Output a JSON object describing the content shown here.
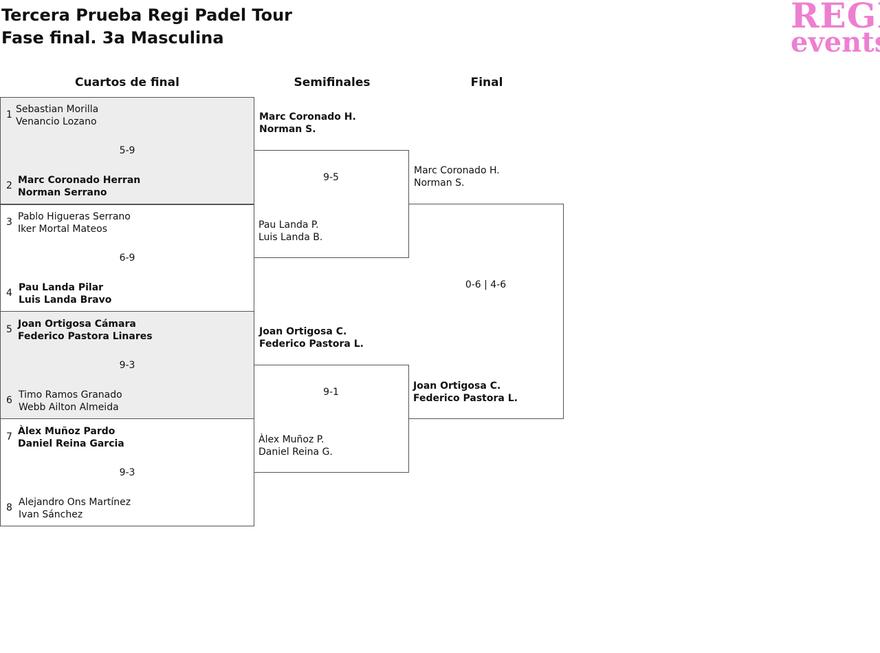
{
  "header": {
    "title_line1": "Tercera Prueba Regi Padel Tour",
    "title_line2": "Fase final. 3a Masculina"
  },
  "logo": {
    "line1": "REGI",
    "line2": "events",
    "color": "#ee7fd0"
  },
  "columns": {
    "quarterfinals": "Cuartos de final",
    "semifinals": "Semifinales",
    "final": "Final"
  },
  "quarterfinals": [
    {
      "top": {
        "seed": "1",
        "p1": "Sebastian Morilla",
        "p2": "Venancio Lozano"
      },
      "score": "5-9",
      "bottom": {
        "seed": "2",
        "p1": "Marc Coronado Herran",
        "p2": "Norman Serrano"
      }
    },
    {
      "top": {
        "seed": "3",
        "p1": "Pablo Higueras Serrano",
        "p2": "Iker Mortal Mateos"
      },
      "score": "6-9",
      "bottom": {
        "seed": "4",
        "p1": "Pau Landa Pilar",
        "p2": "Luis Landa Bravo"
      }
    },
    {
      "top": {
        "seed": "5",
        "p1": "Joan Ortigosa Cámara",
        "p2": "Federico Pastora Linares"
      },
      "score": "9-3",
      "bottom": {
        "seed": "6",
        "p1": "Timo Ramos Granado",
        "p2": "Webb Ailton Almeida"
      }
    },
    {
      "top": {
        "seed": "7",
        "p1": "Àlex Muñoz Pardo",
        "p2": "Daniel Reina Garcia"
      },
      "score": "9-3",
      "bottom": {
        "seed": "8",
        "p1": "Alejandro Ons Martínez",
        "p2": "Ivan Sánchez"
      }
    }
  ],
  "semifinals": [
    {
      "top": {
        "p1": "Marc Coronado H.",
        "p2": "Norman S."
      },
      "score": "9-5",
      "bottom": {
        "p1": "Pau Landa P.",
        "p2": "Luis Landa B."
      }
    },
    {
      "top": {
        "p1": "Joan Ortigosa C.",
        "p2": "Federico Pastora L."
      },
      "score": "9-1",
      "bottom": {
        "p1": "Àlex Muñoz P.",
        "p2": "Daniel Reina G."
      }
    }
  ],
  "final": {
    "top": {
      "p1": "Marc Coronado H.",
      "p2": "Norman S."
    },
    "score": "0-6 | 4-6",
    "bottom": {
      "p1": "Joan Ortigosa C.",
      "p2": "Federico Pastora L."
    }
  }
}
